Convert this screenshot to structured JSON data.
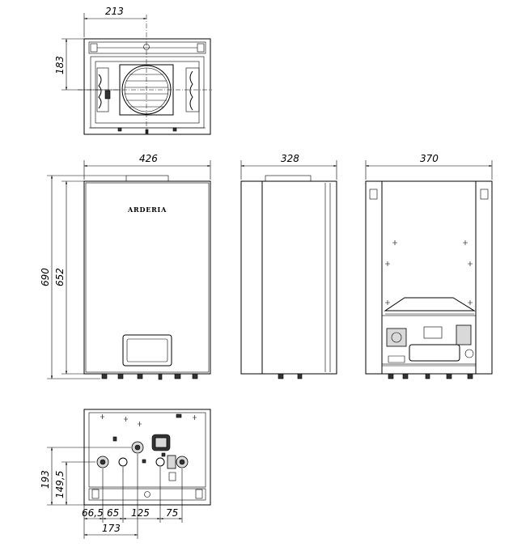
{
  "brand": "ARDERIA",
  "dimensions": {
    "top_width": "213",
    "top_depth": "183",
    "front_width": "426",
    "side_depth": "328",
    "rear_width": "370",
    "total_height": "690",
    "body_height": "652",
    "bottom_193": "193",
    "bottom_149_5": "149,5",
    "bottom_66_5": "66,5",
    "bottom_65": "65",
    "bottom_125": "125",
    "bottom_75": "75",
    "bottom_173": "173"
  }
}
